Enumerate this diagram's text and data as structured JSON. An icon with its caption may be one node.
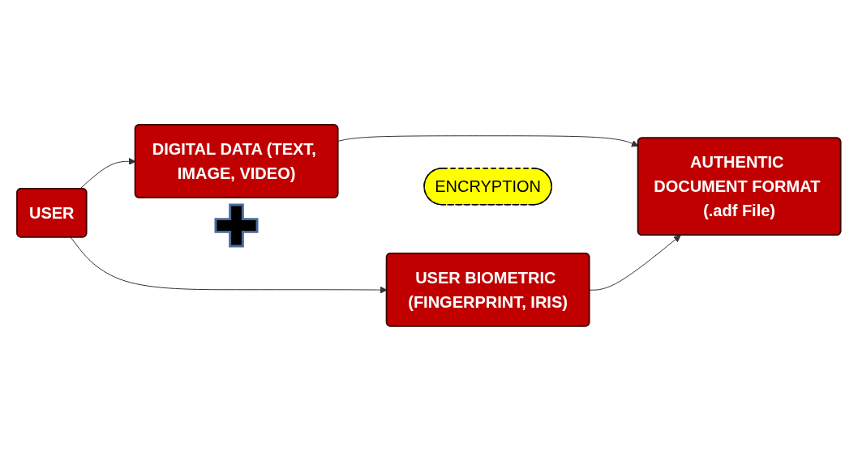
{
  "diagram": {
    "nodes": [
      {
        "text": [
          "USER"
        ]
      },
      {
        "text": [
          "DIGITAL DATA (TEXT, IMAGE, VIDEO)"
        ]
      },
      {
        "text": [
          "USER BIOMETRIC (FINGERPRINT, IRIS)"
        ]
      },
      {
        "text": [
          "ENCRYPTION"
        ]
      },
      {
        "text": [
          "AUTHENTIC DOCUMENT FORMAT (.adf File)"
        ]
      }
    ],
    "edges": [
      {
        "from": 0,
        "to": 1,
        "arrow": "to"
      },
      {
        "from": 0,
        "to": 2,
        "arrow": "to"
      },
      {
        "from": 1,
        "to": 4,
        "arrow": "to"
      },
      {
        "from": 2,
        "to": 4,
        "arrow": "to"
      }
    ]
  }
}
